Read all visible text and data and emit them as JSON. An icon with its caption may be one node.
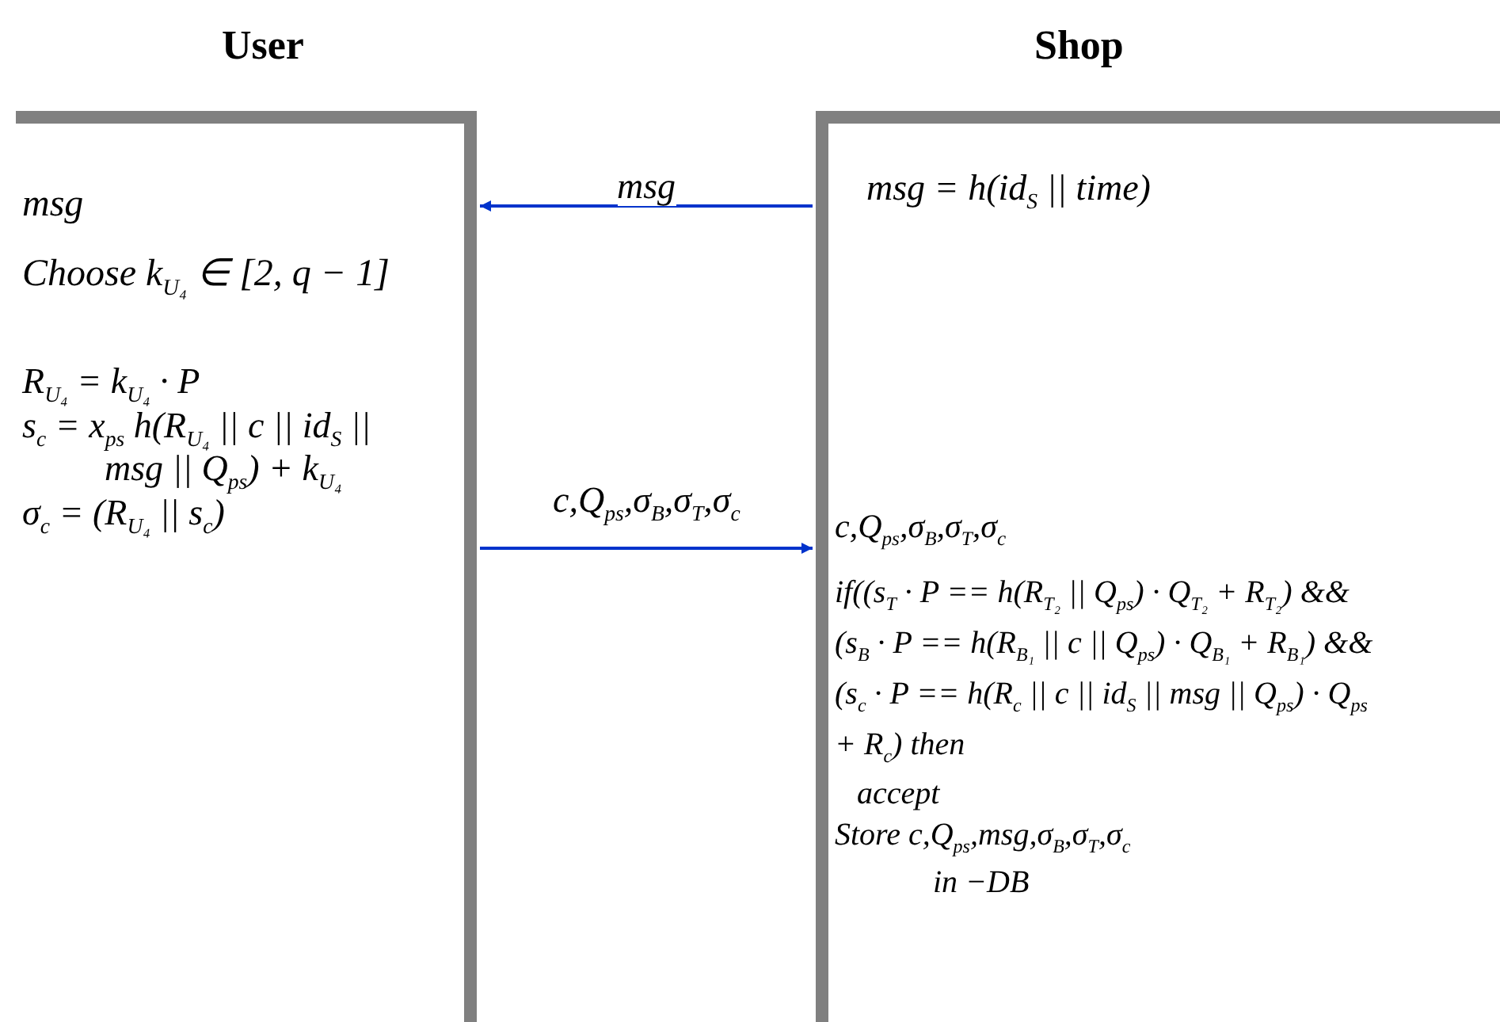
{
  "diagram": {
    "nodes": [
      {
        "text": [
          "User",
          "msg",
          "Choose k$_{U₄}$ ∈ [2, q − 1]",
          "R$_{U₄}$ = k$_{U₄}$ · P",
          "s$_{c}$ = x$_{ps}$ h(R$_{U₄}$ || c || id$_{S}$ ||",
          "msg || Q$_{ps}$) + k$_{U₄}$",
          "σ$_{c}$ = (R$_{U₄}$ || s$_{c}$)"
        ]
      },
      {
        "text": [
          "Shop",
          "msg = h(id$_{S}$ || time)",
          "c,Q$_{ps}$,σ$_{B}$,σ$_{T}$,σ$_{c}$",
          "if((s$_{T}$ · P == h(R$_{T₂}$ || Q$_{ps}$) · Q$_{T₂}$ + R$_{T₂}$) &&",
          "(s$_{B}$ · P == h(R$_{B₁}$ || c || Q$_{ps}$) · Q$_{B₁}$ + R$_{B₁}$) &&",
          "(s$_{c}$ · P == h(R$_{c}$ || c || id$_{S}$ || msg || Q$_{ps}$) · Q$_{ps}$",
          "+ R$_{c}$) then",
          "accept",
          "Store c,Q$_{ps}$,msg,σ$_{B}$,σ$_{T}$,σ$_{c}$",
          "in −DB"
        ]
      }
    ],
    "edges": [
      {
        "from": 1,
        "to": 0,
        "arrow": "to",
        "label": "msg"
      },
      {
        "from": 0,
        "to": 1,
        "arrow": "to",
        "label": "c,Q$_{ps}$,σ$_{B}$,σ$_{T}$,σ$_{c}$"
      }
    ]
  }
}
